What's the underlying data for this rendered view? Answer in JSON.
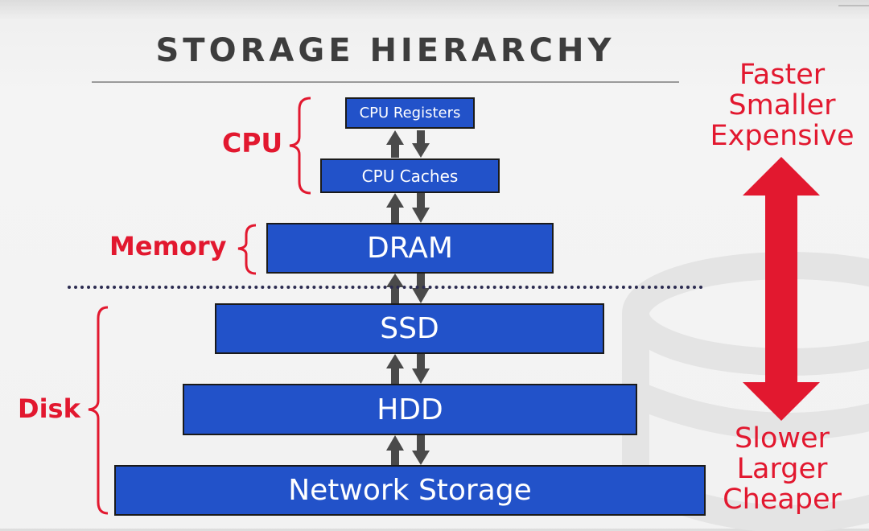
{
  "title": "STORAGE HIERARCHY",
  "levels": {
    "cpu_registers": "CPU Registers",
    "cpu_caches": "CPU Caches",
    "dram": "DRAM",
    "ssd": "SSD",
    "hdd": "HDD",
    "network_storage": "Network Storage"
  },
  "groups": {
    "cpu": "CPU",
    "memory": "Memory",
    "disk": "Disk"
  },
  "tradeoffs": {
    "top": [
      "Faster",
      "Smaller",
      "Expensive"
    ],
    "bottom": [
      "Slower",
      "Larger",
      "Cheaper"
    ]
  },
  "colors": {
    "box_fill": "#2252c9",
    "accent_red": "#e2182f",
    "arrow_gray": "#4a4a4a"
  }
}
